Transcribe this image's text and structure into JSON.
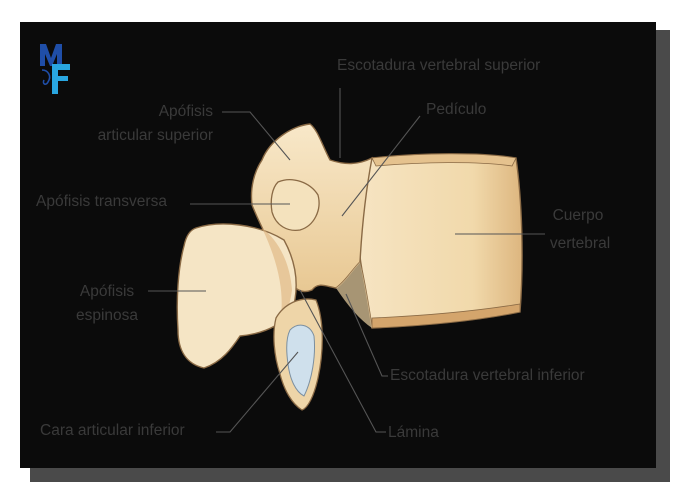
{
  "logo": {
    "text": "MF",
    "colors": {
      "m": "#1f4ea8",
      "f": "#29a6e0"
    }
  },
  "labels": {
    "escotadura_superior": "Escotadura vertebral superior",
    "apofisis_articular_superior_1": "Apófisis",
    "apofisis_articular_superior_2": "articular superior",
    "pediculo": "Pedículo",
    "apofisis_transversa": "Apófisis transversa",
    "cuerpo_vertebral_1": "Cuerpo",
    "cuerpo_vertebral_2": "vertebral",
    "apofisis_espinosa_1": "Apófisis",
    "apofisis_espinosa_2": "espinosa",
    "escotadura_inferior": "Escotadura vertebral inferior",
    "cara_articular_inferior": "Cara articular inferior",
    "lamina": "Lámina"
  },
  "colors": {
    "bone": "#f2dcb3",
    "bone_shade": "#d9b27c",
    "facet": "#cfe0ec",
    "leader": "#555555",
    "frame": "#0b0b0b"
  }
}
